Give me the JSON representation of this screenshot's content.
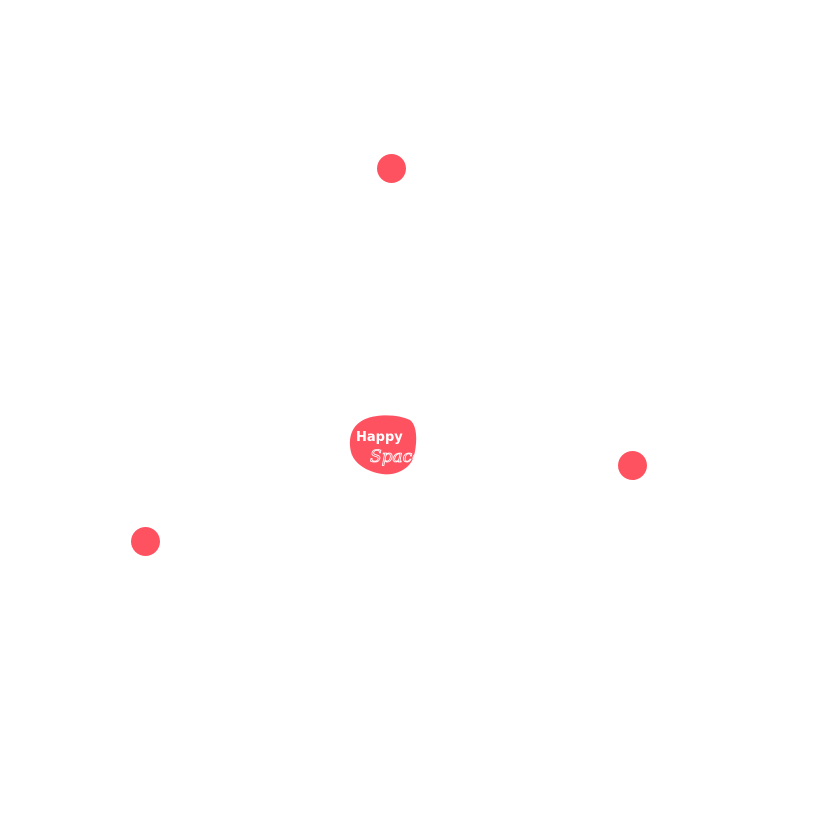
{
  "colors": {
    "accent": "#ff5260",
    "background": "#ffffff",
    "logo_text": "#ffffff"
  },
  "logo": {
    "word_1": "Happy",
    "word_2": "Space"
  },
  "markers": [
    {
      "id": "marker-top"
    },
    {
      "id": "marker-right"
    },
    {
      "id": "marker-left"
    }
  ]
}
